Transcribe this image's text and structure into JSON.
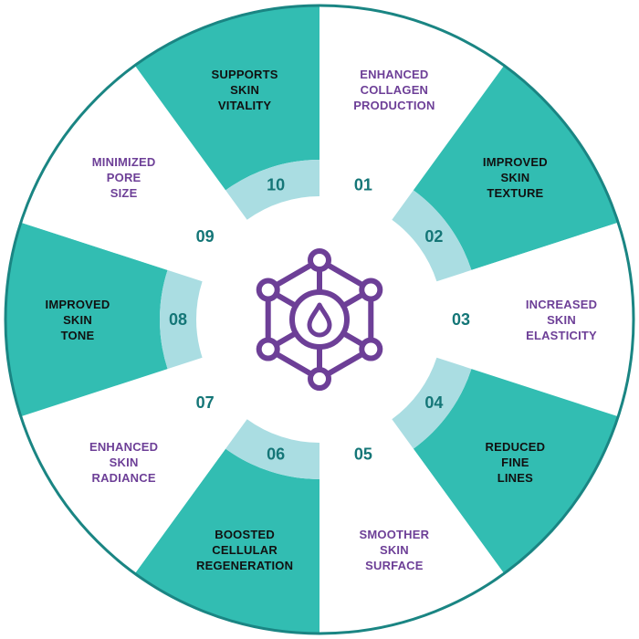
{
  "colors": {
    "teal": "#32bdb2",
    "light_teal": "#aadde2",
    "outline": "#1a8583",
    "purple": "#6d3f97",
    "number": "#147677",
    "dark_text": "#111111",
    "white": "#ffffff"
  },
  "center_icon": "molecule-drop-icon",
  "segments": [
    {
      "number": "01",
      "label": [
        "ENHANCED",
        "COLLAGEN",
        "PRODUCTION"
      ],
      "fill": "white"
    },
    {
      "number": "02",
      "label": [
        "IMPROVED",
        "SKIN",
        "TEXTURE"
      ],
      "fill": "teal"
    },
    {
      "number": "03",
      "label": [
        "INCREASED",
        "SKIN",
        "ELASTICITY"
      ],
      "fill": "white"
    },
    {
      "number": "04",
      "label": [
        "REDUCED",
        "FINE",
        "LINES"
      ],
      "fill": "teal"
    },
    {
      "number": "05",
      "label": [
        "SMOOTHER",
        "SKIN",
        "SURFACE"
      ],
      "fill": "white"
    },
    {
      "number": "06",
      "label": [
        "BOOSTED",
        "CELLULAR",
        "REGENERATION"
      ],
      "fill": "teal"
    },
    {
      "number": "07",
      "label": [
        "ENHANCED",
        "SKIN",
        "RADIANCE"
      ],
      "fill": "white"
    },
    {
      "number": "08",
      "label": [
        "IMPROVED",
        "SKIN",
        "TONE"
      ],
      "fill": "teal"
    },
    {
      "number": "09",
      "label": [
        "MINIMIZED",
        "PORE",
        "SIZE"
      ],
      "fill": "white"
    },
    {
      "number": "10",
      "label": [
        "SUPPORTS",
        "SKIN",
        "VITALITY"
      ],
      "fill": "teal"
    }
  ]
}
